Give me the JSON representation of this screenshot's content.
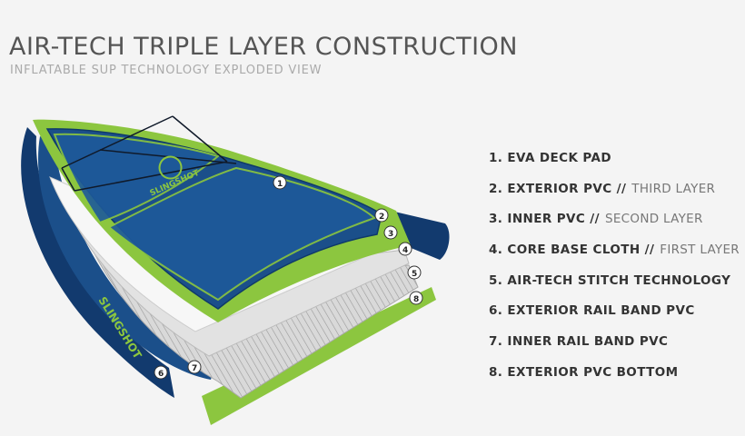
{
  "header": {
    "title": "AIR-TECH TRIPLE LAYER CONSTRUCTION",
    "subtitle": "INFLATABLE SUP TECHNOLOGY EXPLODED VIEW"
  },
  "brand": {
    "deck_logo": "SLINGSHOT",
    "rail_logo": "SLINGSHOT"
  },
  "colors": {
    "navy": "#123a6e",
    "deck_blue": "#1b4f8a",
    "lime": "#8cc63f",
    "white_layer": "#f2f2f2",
    "gray_layer": "#c9c9c9"
  },
  "callouts": [
    "1",
    "2",
    "3",
    "4",
    "5",
    "6",
    "7",
    "8"
  ],
  "legend": [
    {
      "main": "1. EVA DECK PAD",
      "sub": ""
    },
    {
      "main": "2. EXTERIOR PVC //",
      "sub": "THIRD LAYER"
    },
    {
      "main": "3. INNER PVC //",
      "sub": "SECOND LAYER"
    },
    {
      "main": "4. CORE BASE CLOTH //",
      "sub": "FIRST LAYER"
    },
    {
      "main": "5. AIR-TECH STITCH TECHNOLOGY",
      "sub": ""
    },
    {
      "main": "6. EXTERIOR RAIL BAND PVC",
      "sub": ""
    },
    {
      "main": "7.  INNER RAIL BAND PVC",
      "sub": ""
    },
    {
      "main": "8. EXTERIOR PVC BOTTOM",
      "sub": ""
    }
  ]
}
